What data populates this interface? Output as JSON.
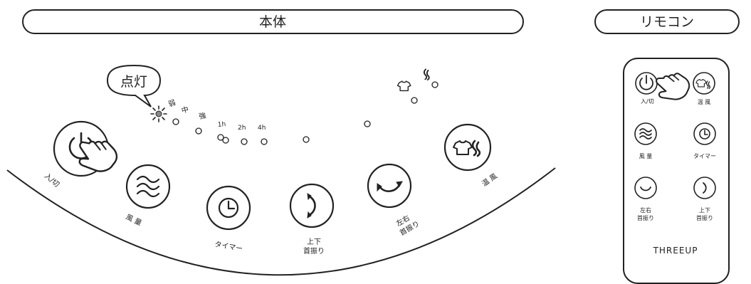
{
  "main_unit": {
    "title": "本体",
    "callout": "点灯",
    "levels": [
      "弱",
      "中",
      "強",
      "1h",
      "2h",
      "4h"
    ],
    "buttons": {
      "power": "入/切",
      "wind": "風 量",
      "timer": "タイマー",
      "updown_1": "上下",
      "updown_2": "首振り",
      "leftright_1": "左右",
      "leftright_2": "首振り",
      "warm": "温 風"
    }
  },
  "remote": {
    "title": "リモコン",
    "brand": "THREEUP",
    "buttons": {
      "power": "入/切",
      "warm": "温 風",
      "wind": "風 量",
      "timer": "タイマー",
      "leftright_1": "左右",
      "leftright_2": "首振り",
      "updown_1": "上下",
      "updown_2": "首振り"
    }
  }
}
